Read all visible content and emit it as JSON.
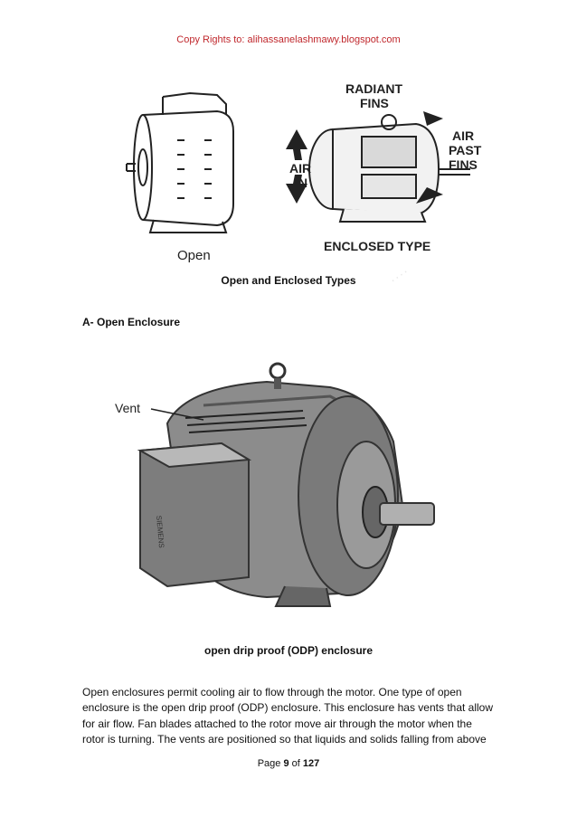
{
  "header": {
    "copyright": "Copy Rights to: alihassanelashmawy.blogspot.com"
  },
  "figure1": {
    "label_open": "Open",
    "label_radiant": "RADIANT",
    "label_fins": "FINS",
    "label_air_left": "AIR",
    "label_in": "IN",
    "label_air_right": "AIR",
    "label_past": "PAST",
    "label_fins2": "FINS",
    "label_enclosed": "ENCLOSED TYPE",
    "caption": "Open and Enclosed Types"
  },
  "section": {
    "heading": "A- Open Enclosure"
  },
  "figure2": {
    "label_vent": "Vent",
    "label_brand": "SIEMENS",
    "caption": "open drip proof (ODP) enclosure"
  },
  "body": {
    "lines": [
      "Open enclosures permit cooling air to flow through the motor. One type of open",
      "enclosure is the open drip proof (ODP) enclosure. This enclosure has vents that allow",
      "for air flow. Fan blades attached to the rotor move air through the motor when the",
      "rotor is turning. The vents are positioned so that liquids and solids falling from above"
    ]
  },
  "footer": {
    "page_label": "Page",
    "page_num": "9",
    "of_label": "of",
    "total": "127"
  }
}
